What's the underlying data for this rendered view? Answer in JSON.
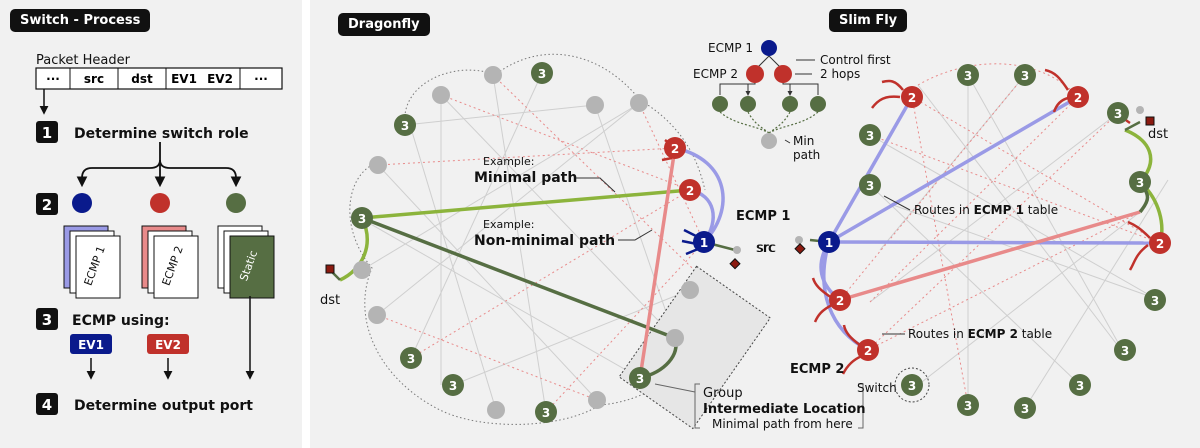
{
  "process": {
    "title": "Switch - Process",
    "header_label": "Packet Header",
    "header_fields": [
      "···",
      "src",
      "dst",
      "EV1",
      "EV2",
      "···"
    ],
    "steps": [
      {
        "num": "1",
        "text": "Determine switch role"
      },
      {
        "num": "2",
        "text": ""
      },
      {
        "num": "3",
        "text": "ECMP using:"
      },
      {
        "num": "4",
        "text": "Determine output port"
      }
    ],
    "tables": [
      "ECMP 1",
      "ECMP 2",
      "Static"
    ],
    "ev_buttons": [
      "EV1",
      "EV2"
    ]
  },
  "dragonfly": {
    "title": "Dragonfly",
    "example_label_1": "Example:",
    "minimal_path": "Minimal path",
    "example_label_2": "Example:",
    "nonminimal_path": "Non-minimal path",
    "ecmp1": "ECMP 1",
    "src": "src",
    "dst": "dst",
    "group_label": "Group",
    "intermediate": "Intermediate Location",
    "minimal_from_here": "Minimal path from here"
  },
  "legend": {
    "ecmp1": "ECMP 1",
    "ecmp2": "ECMP 2",
    "control_line1": "Control first",
    "control_line2": "2 hops",
    "min_line1": "Min",
    "min_line2": "path"
  },
  "slimfly": {
    "title": "Slim Fly",
    "routes1_prefix": "Routes in ",
    "routes1_bold": "ECMP 1",
    "routes1_suffix": " table",
    "routes2_prefix": "Routes in ",
    "routes2_bold": "ECMP 2",
    "routes2_suffix": " table",
    "ecmp2": "ECMP 2",
    "switch": "Switch",
    "src": "src",
    "dst": "dst"
  },
  "node_labels": {
    "one": "1",
    "two": "2",
    "three": "3"
  },
  "colors": {
    "blue": "#0a1a8c",
    "red": "#c0312b",
    "green": "#566e43",
    "gray": "#b4b4b4",
    "lightblue": "#9a9ae6",
    "lightred": "#e88a8a",
    "lightgreen": "#8cb43c"
  }
}
